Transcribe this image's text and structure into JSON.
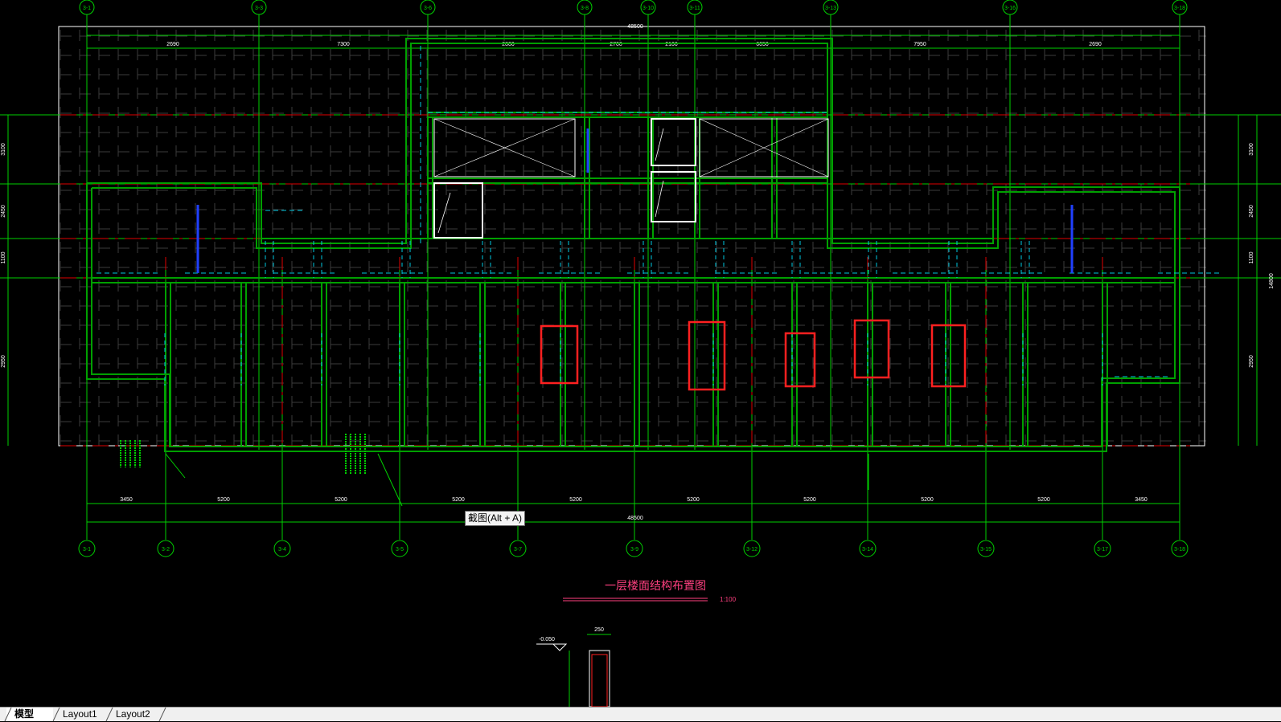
{
  "drawing": {
    "title": "一层楼面结构布置图",
    "scale": "1:100",
    "top_axes": [
      "3-1",
      "3-3",
      "3-6",
      "3-8",
      "3-10",
      "3-11",
      "3-13",
      "3-16",
      "3-18"
    ],
    "bottom_axes": [
      "3-1",
      "3-2",
      "3-4",
      "3-5",
      "3-7",
      "3-9",
      "3-12",
      "3-14",
      "3-15",
      "3-17",
      "3-18"
    ],
    "top_dims": [
      "2690",
      "7300",
      "2800",
      "2700",
      "2100",
      "6050",
      "7950",
      "2690"
    ],
    "bottom_dims": [
      "3450",
      "5200",
      "5200",
      "5200",
      "5200",
      "5200",
      "5200",
      "5200",
      "5200",
      "3450"
    ],
    "overall_dim_top": "48500",
    "overall_dim_bottom": "48500",
    "left_dims": [
      "3100",
      "2450",
      "1100",
      "2950"
    ],
    "right_dims": [
      "3100",
      "2450",
      "1100",
      "2950"
    ],
    "right_total": "14800",
    "section_level": "-0.050",
    "section_width": "250"
  },
  "tooltip": {
    "text": "截图(Alt + A)"
  },
  "tabs": [
    {
      "label": "模型",
      "active": true
    },
    {
      "label": "Layout1",
      "active": false
    },
    {
      "label": "Layout2",
      "active": false
    }
  ],
  "colors": {
    "background": "#000000",
    "axis": "#00d000",
    "wall": "#00a000",
    "red_axis": "#e00000",
    "cyan": "#00c8e0",
    "highlight": "#ff2020",
    "title": "#ff4080",
    "white": "#ffffff"
  }
}
